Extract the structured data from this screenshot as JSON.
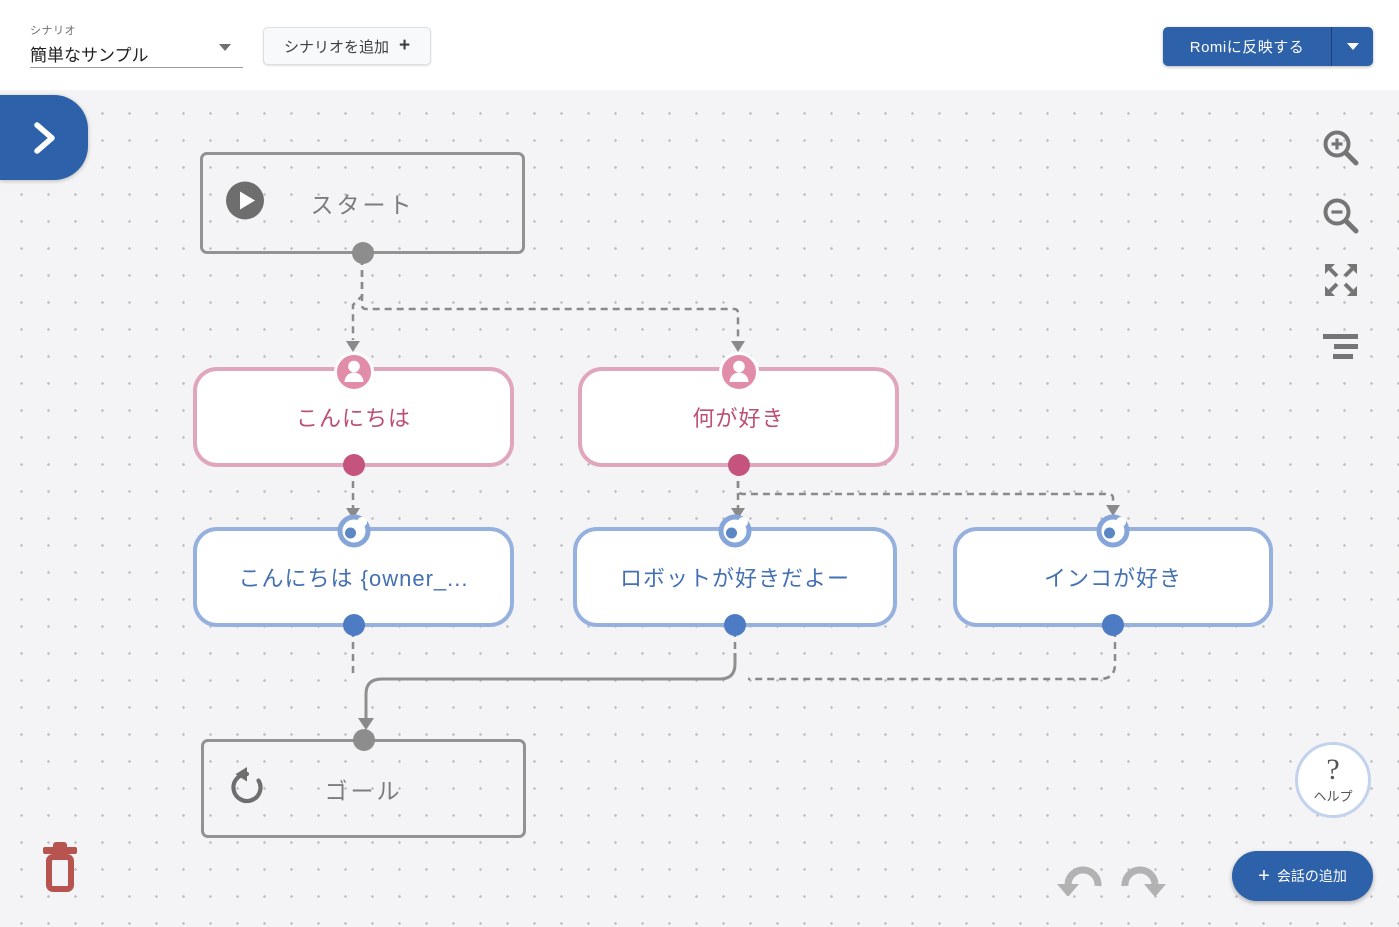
{
  "topbar": {
    "scenario_label": "シナリオ",
    "scenario_value": "簡単なサンプル",
    "add_scenario_button": "シナリオを追加",
    "add_scenario_plus": "+",
    "deploy_button": "Romiに反映する"
  },
  "canvas": {
    "nodes": {
      "start": {
        "label": "スタート",
        "type": "start"
      },
      "user1": {
        "label": "こんにちは",
        "type": "user-utterance"
      },
      "user2": {
        "label": "何が好き",
        "type": "user-utterance"
      },
      "bot1": {
        "label": "こんにちは {owner_...",
        "type": "robot-reply"
      },
      "bot2": {
        "label": "ロボットが好きだよー",
        "type": "robot-reply"
      },
      "bot3": {
        "label": "インコが好き",
        "type": "robot-reply"
      },
      "goal": {
        "label": "ゴール",
        "type": "goal"
      }
    },
    "edges": [
      {
        "from": "start",
        "to": "user1"
      },
      {
        "from": "start",
        "to": "user2"
      },
      {
        "from": "user1",
        "to": "bot1"
      },
      {
        "from": "user2",
        "to": "bot2"
      },
      {
        "from": "user2",
        "to": "bot3"
      },
      {
        "from": "bot1",
        "to": "goal"
      },
      {
        "from": "bot2",
        "to": "goal"
      },
      {
        "from": "bot3",
        "to": "goal"
      }
    ]
  },
  "controls": {
    "help_icon": "?",
    "help_label": "ヘルプ",
    "add_conversation_plus": "+",
    "add_conversation_button": "会話の追加",
    "icon_names": [
      "collapse-panel",
      "zoom-in",
      "zoom-out",
      "fit-view",
      "auto-layout",
      "undo",
      "redo",
      "trash",
      "help"
    ]
  },
  "colors": {
    "primary_blue": "#2d61a9",
    "canvas_bg": "#f4f4f6",
    "node_gray_border": "#929292",
    "user_node_border": "#e0a6bd",
    "user_node_text": "#bd4f76",
    "user_port": "#c4537d",
    "bot_node_border": "#97b1de",
    "bot_node_text": "#4470b4",
    "bot_port": "#4d7cc5",
    "edge_gray": "#8a8a8a",
    "trash_red": "#b85450"
  }
}
